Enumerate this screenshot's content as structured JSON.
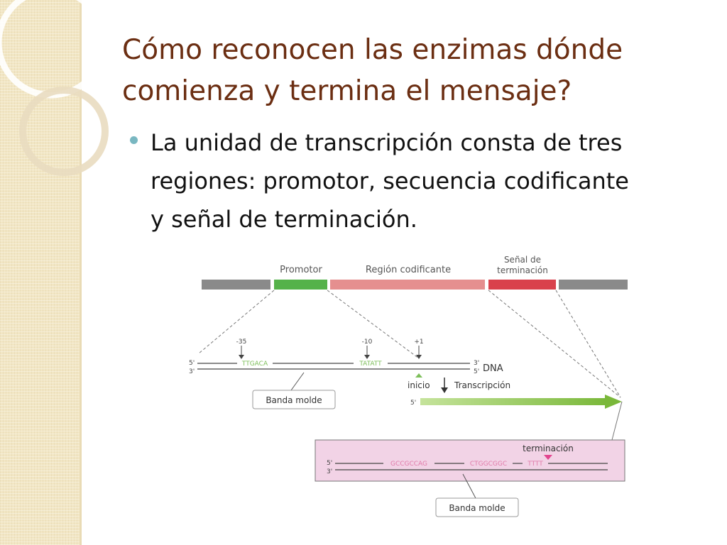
{
  "title": {
    "line1": "Cómo reconocen las enzimas dónde",
    "line2": "comienza y termina el mensaje?"
  },
  "bullet": {
    "line1": "La unidad de transcripción consta de tres",
    "line2": "regiones: promotor, secuencia codificante",
    "line3": "y señal de terminación."
  },
  "diagram": {
    "region_labels": {
      "promoter": "Promotor",
      "coding": "Región codificante",
      "termination_line1": "Señal de",
      "termination_line2": "terminación"
    },
    "positions": {
      "minus35": "-35",
      "minus10": "-10",
      "plus1": "+1"
    },
    "dna": {
      "five_prime": "5'",
      "three_prime": "3'",
      "seq1": "TTGACA",
      "seq2": "TATATT",
      "label": "DNA"
    },
    "start_label": "inicio",
    "transcription_label": "Transcripción",
    "rna_five_prime": "5'",
    "template_strand_label": "Banda molde",
    "termination_label": "terminación",
    "term_seqs": {
      "seq1": "GCCGCCAG",
      "seq2": "CTGGCGGC",
      "seq3": "TTTT"
    },
    "colors": {
      "title": "#6b2e12",
      "bullet": "#79b7c1",
      "gray_segment": "#8a8a8a",
      "promoter": "#55b24a",
      "coding": "#e58f8f",
      "termination": "#d9414c",
      "rna_arrow": "#8bc43f",
      "term_box": "#f2d3e6",
      "green_seq": "#7dbf5a",
      "pink_seq": "#e07aa8",
      "marker": "#e2458f"
    }
  }
}
